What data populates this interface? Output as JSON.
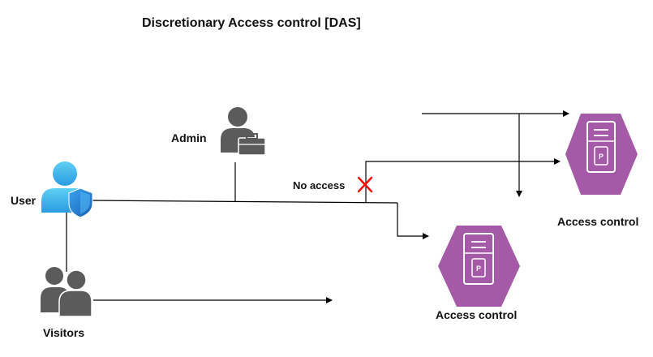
{
  "diagram": {
    "title": "Discretionary Access control [DAS]",
    "nodes": {
      "admin": {
        "label": "Admin",
        "icon": "admin-briefcase-icon"
      },
      "user": {
        "label": "User",
        "icon": "user-shield-icon"
      },
      "visitors": {
        "label": "Visitors",
        "icon": "users-group-icon"
      },
      "access_control_primary": {
        "label": "Access control",
        "icon": "server-hexagon-icon"
      },
      "access_control_secondary": {
        "label": "Access control",
        "icon": "server-hexagon-icon"
      }
    },
    "blocked_label": "No access",
    "blocked_icon": "red-x-icon"
  },
  "colors": {
    "person_gray": "#5b5b5b",
    "user_blue_light": "#56c6f0",
    "user_blue_dark": "#1f78c8",
    "server_purple": "#a45aa6",
    "deny_red": "#ff0000",
    "line": "#000000"
  }
}
